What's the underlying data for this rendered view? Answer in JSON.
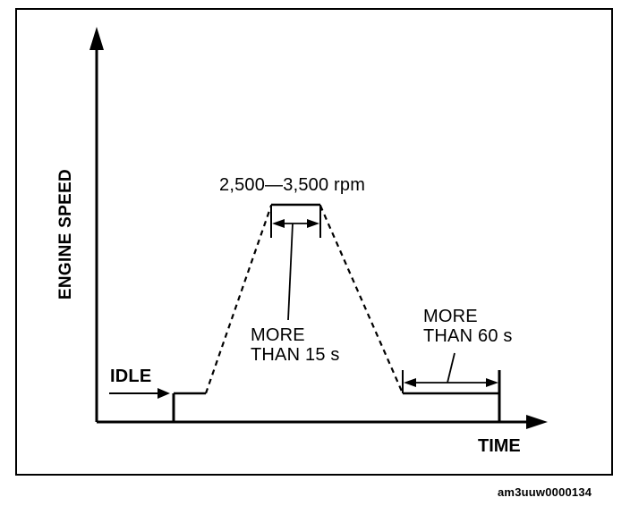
{
  "diagram": {
    "y_axis_label": "ENGINE SPEED",
    "x_axis_label": "TIME",
    "idle_label": "IDLE",
    "speed_range_label": "2,500—3,500 rpm",
    "hold_duration": {
      "line1": "MORE",
      "line2": "THAN 15 s"
    },
    "final_duration": {
      "line1": "MORE",
      "line2": "THAN 60 s"
    },
    "figure_code": "am3uuw0000134"
  }
}
